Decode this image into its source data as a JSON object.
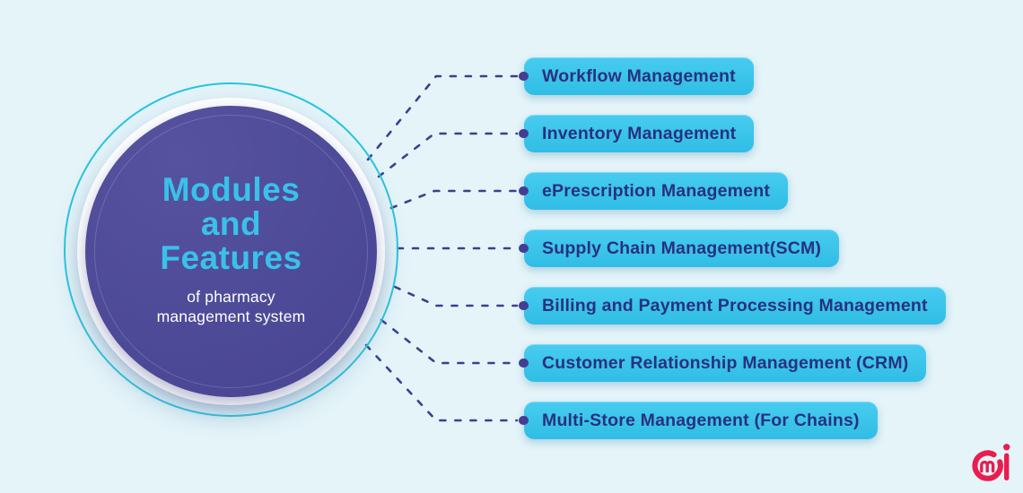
{
  "page": {
    "background_color": "#e4f4f9"
  },
  "center": {
    "title_lines": [
      "Modules",
      "and",
      "Features"
    ],
    "subtitle_lines": [
      "of pharmacy",
      "management system"
    ],
    "title_color": "#3ac1ea",
    "subtitle_color": "#ffffff",
    "disc_color": "#4d4a9b",
    "outer_ring_color": "#27c4de"
  },
  "modules": {
    "items": [
      {
        "label": "Workflow Management"
      },
      {
        "label": "Inventory Management"
      },
      {
        "label": "ePrescription Management"
      },
      {
        "label": "Supply Chain Management(SCM)"
      },
      {
        "label": "Billing and Payment Processing Management"
      },
      {
        "label": "Customer Relationship Management (CRM)"
      },
      {
        "label": "Multi-Store Management (For Chains)"
      }
    ],
    "pill_color": "#39c3e9",
    "pill_text_color": "#283180",
    "connector_color": "#3c3f8e",
    "dot_color": "#443e92"
  },
  "logo": {
    "icon": "mi-brand-logo",
    "color": "#e91d4e"
  }
}
